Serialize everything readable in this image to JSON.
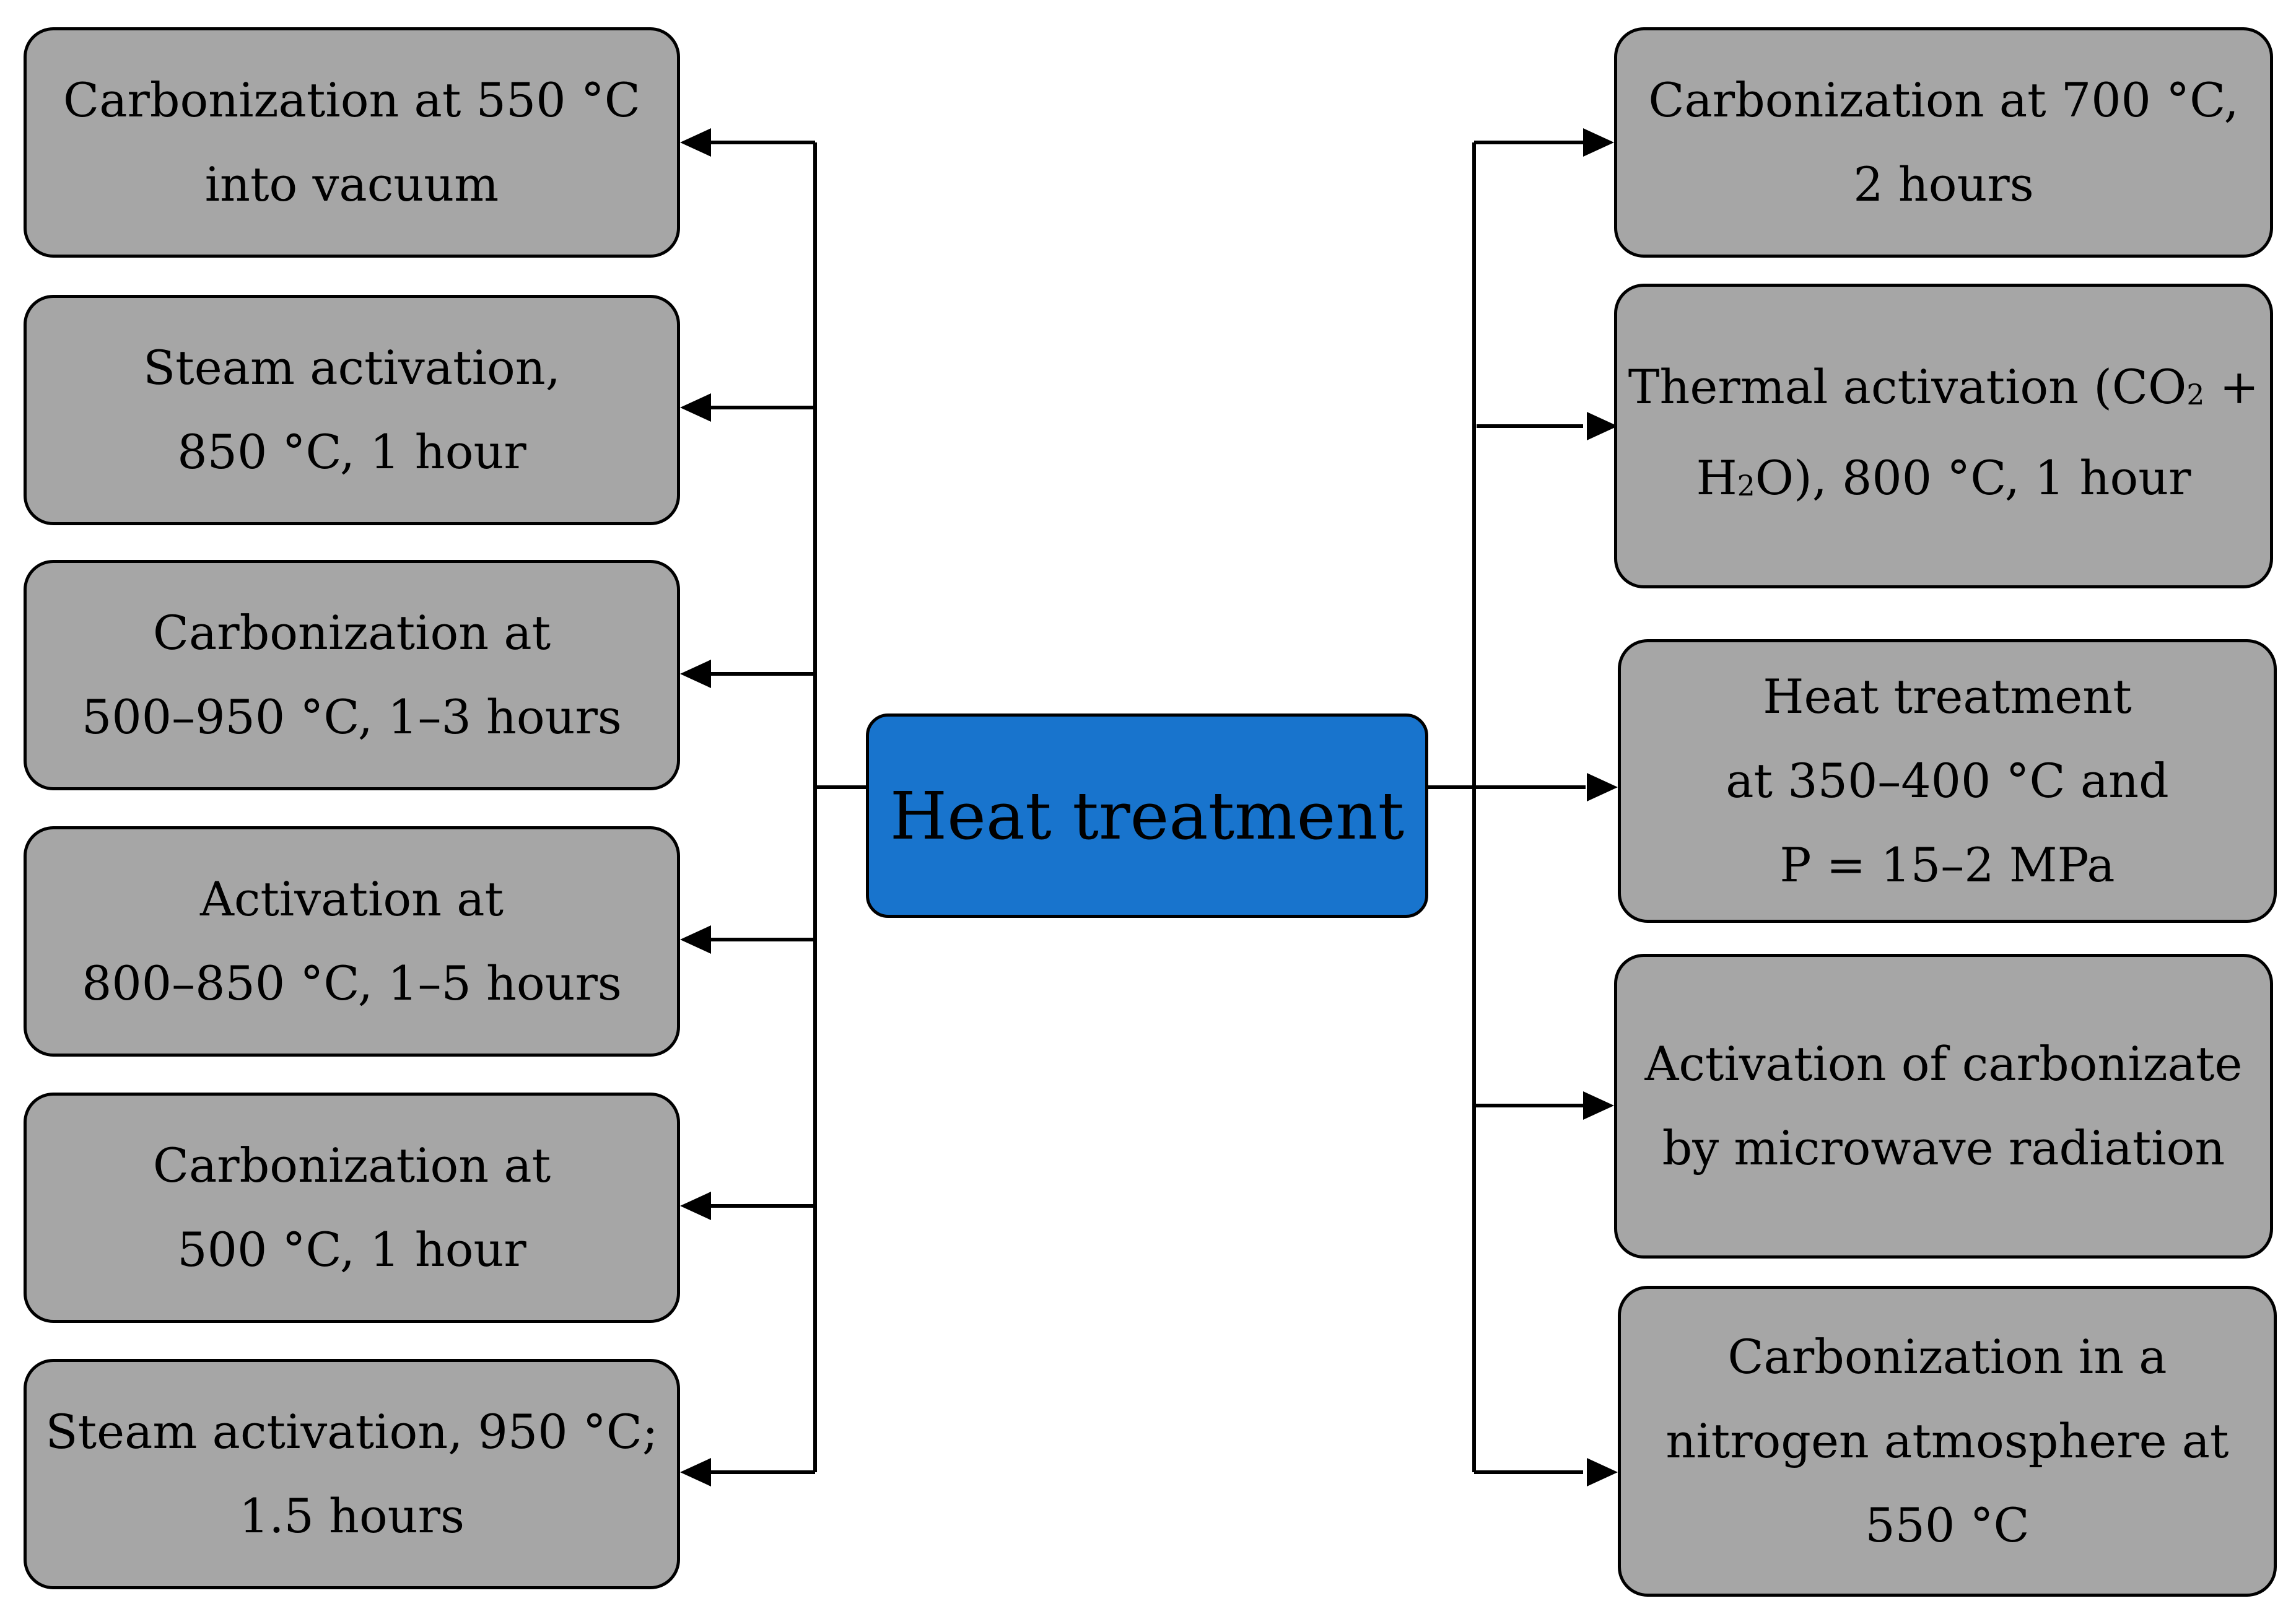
{
  "center": {
    "label": "Heat treatment",
    "color": "#1874cd"
  },
  "box_color": "#a6a6a6",
  "left_boxes": [
    {
      "lines": [
        "Carbonization at 550 °C",
        "into vacuum"
      ]
    },
    {
      "lines": [
        "Steam activation,",
        "850 °C, 1 hour"
      ]
    },
    {
      "lines": [
        "Carbonization at",
        "500–950 °C, 1–3 hours"
      ]
    },
    {
      "lines": [
        "Activation at",
        "800–850 °C, 1–5 hours"
      ]
    },
    {
      "lines": [
        "Carbonization at",
        "500 °C, 1 hour"
      ]
    },
    {
      "lines": [
        "Steam activation, 950 °C;",
        "1.5 hours"
      ]
    }
  ],
  "right_boxes": [
    {
      "lines": [
        "Carbonization at 700 °C,",
        "2 hours"
      ]
    },
    {
      "line1_pre": "Thermal activation (CO",
      "line1_sub": "2",
      "line1_post": " +",
      "line2_pre": "H",
      "line2_sub": "2",
      "line2_post": "O), 800 °C, 1 hour"
    },
    {
      "lines": [
        "Heat treatment",
        "at 350–400 °C and",
        "P = 15–2 MPa"
      ]
    },
    {
      "lines": [
        "Activation of carbonizate",
        "by microwave radiation"
      ]
    },
    {
      "lines": [
        "Carbonization in a",
        "nitrogen atmosphere at",
        "550 °C"
      ]
    }
  ]
}
